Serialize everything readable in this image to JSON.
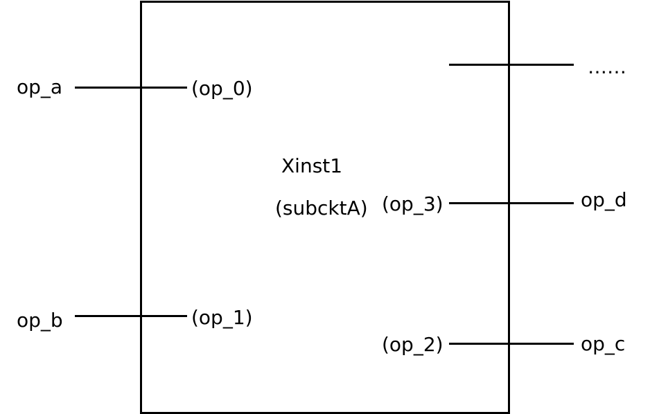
{
  "instance": {
    "name": "Xinst1",
    "subckt": "(subcktA)"
  },
  "ports": {
    "op_0": "(op_0)",
    "op_1": "(op_1)",
    "op_2": "(op_2)",
    "op_3": "(op_3)"
  },
  "nets": {
    "op_a": "op_a",
    "op_b": "op_b",
    "op_c": "op_c",
    "op_d": "op_d",
    "more": "……"
  },
  "colors": {
    "stroke": "#000000",
    "background": "#ffffff"
  }
}
